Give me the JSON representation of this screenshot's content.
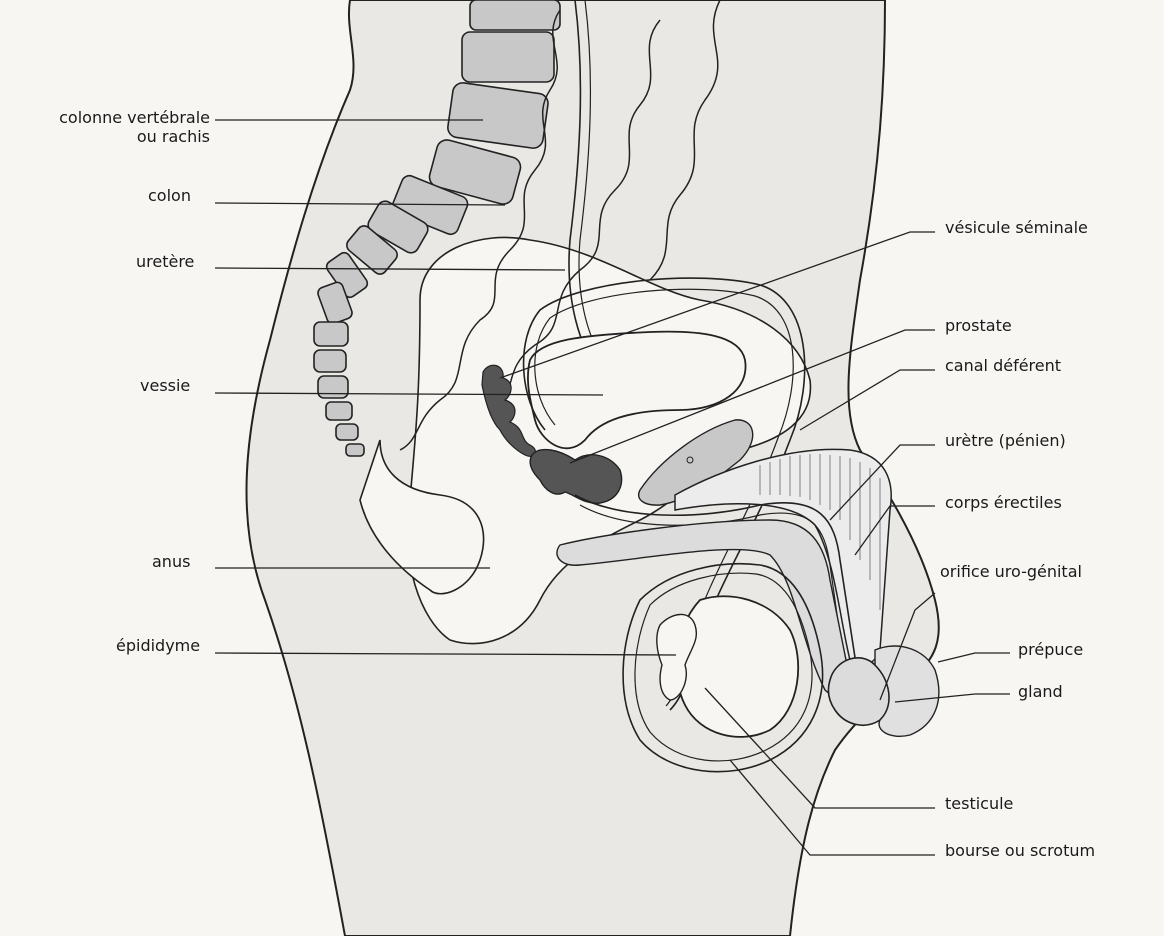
{
  "labels": {
    "colonne_line1": "colonne vertébrale",
    "colonne_line2": "ou rachis",
    "colon": "colon",
    "uretere": "uretère",
    "vessie": "vessie",
    "anus": "anus",
    "epididyme": "épididyme",
    "vesicule": "vésicule séminale",
    "prostate": "prostate",
    "canal": "canal déférent",
    "uretre": "urètre (pénien)",
    "corps": "corps érectiles",
    "orifice": "orifice uro-génital",
    "prepuce": "prépuce",
    "gland": "gland",
    "testicule": "testicule",
    "bourse": "bourse ou scrotum"
  },
  "colors": {
    "line": "#222222",
    "body_fill": "#e9e8e4",
    "bone_fill": "#c8c8c8",
    "gland_dark": "#555555",
    "spongy_fill": "#dcdcdc",
    "paper": "#f7f6f3"
  }
}
